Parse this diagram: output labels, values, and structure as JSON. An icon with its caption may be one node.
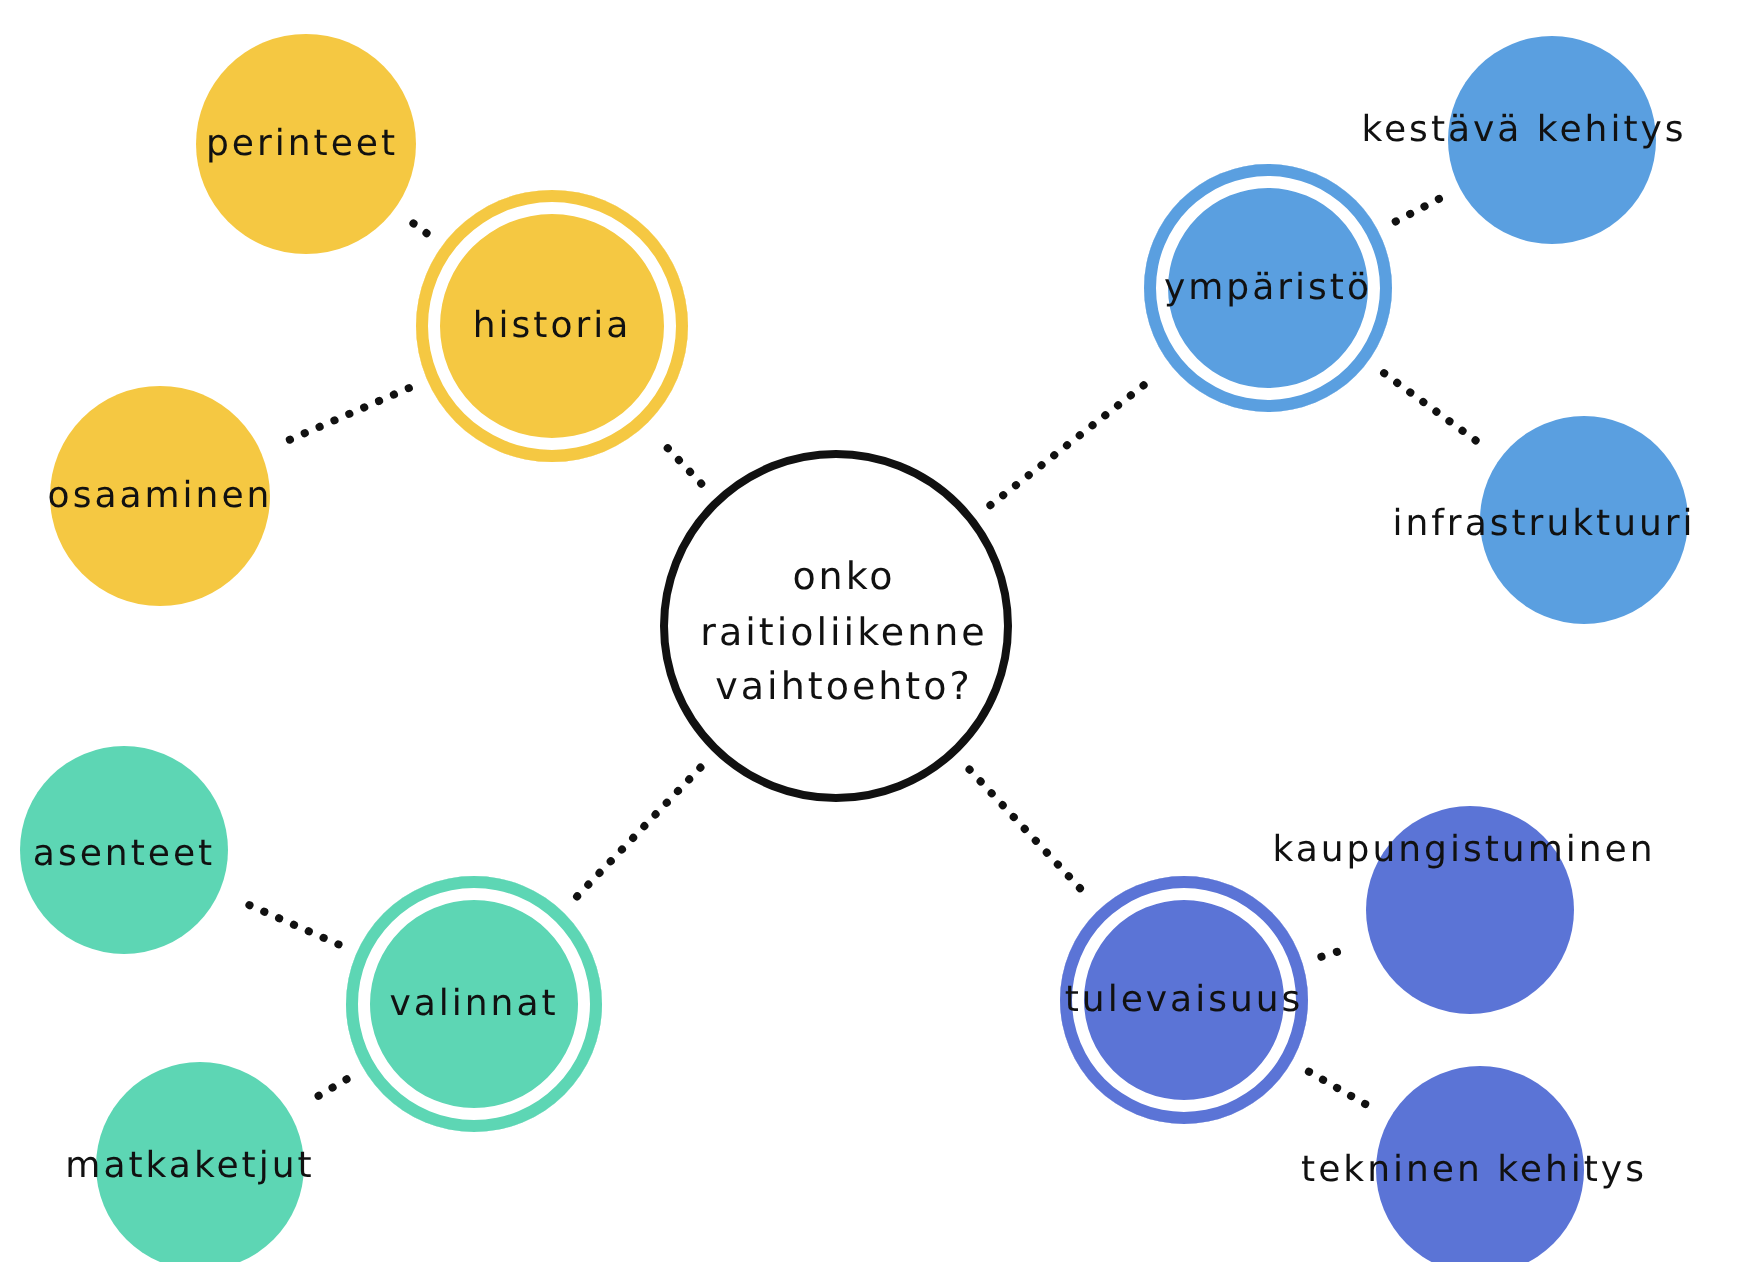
{
  "diagram": {
    "nodes": [
      {
        "text": [
          "onko raitioliikenne vaihtoehto?"
        ]
      },
      {
        "text": [
          "historia"
        ]
      },
      {
        "text": [
          "perinteet"
        ]
      },
      {
        "text": [
          "osaaminen"
        ]
      },
      {
        "text": [
          "ympäristö"
        ]
      },
      {
        "text": [
          "kestävä kehitys"
        ]
      },
      {
        "text": [
          "infrastruktuuri"
        ]
      },
      {
        "text": [
          "valinnat"
        ]
      },
      {
        "text": [
          "asenteet"
        ]
      },
      {
        "text": [
          "matkaketjut"
        ]
      },
      {
        "text": [
          "tulevaisuus"
        ]
      },
      {
        "text": [
          "kaupungistuminen"
        ]
      },
      {
        "text": [
          "tekninen kehitys"
        ]
      }
    ],
    "edges": [
      {
        "from": 0,
        "to": 1,
        "arrow": "none"
      },
      {
        "from": 1,
        "to": 2,
        "arrow": "none"
      },
      {
        "from": 1,
        "to": 3,
        "arrow": "none"
      },
      {
        "from": 0,
        "to": 4,
        "arrow": "none"
      },
      {
        "from": 4,
        "to": 5,
        "arrow": "none"
      },
      {
        "from": 4,
        "to": 6,
        "arrow": "none"
      },
      {
        "from": 0,
        "to": 7,
        "arrow": "none"
      },
      {
        "from": 7,
        "to": 8,
        "arrow": "none"
      },
      {
        "from": 7,
        "to": 9,
        "arrow": "none"
      },
      {
        "from": 0,
        "to": 10,
        "arrow": "none"
      },
      {
        "from": 10,
        "to": 11,
        "arrow": "none"
      },
      {
        "from": 10,
        "to": 12,
        "arrow": "none"
      }
    ]
  }
}
